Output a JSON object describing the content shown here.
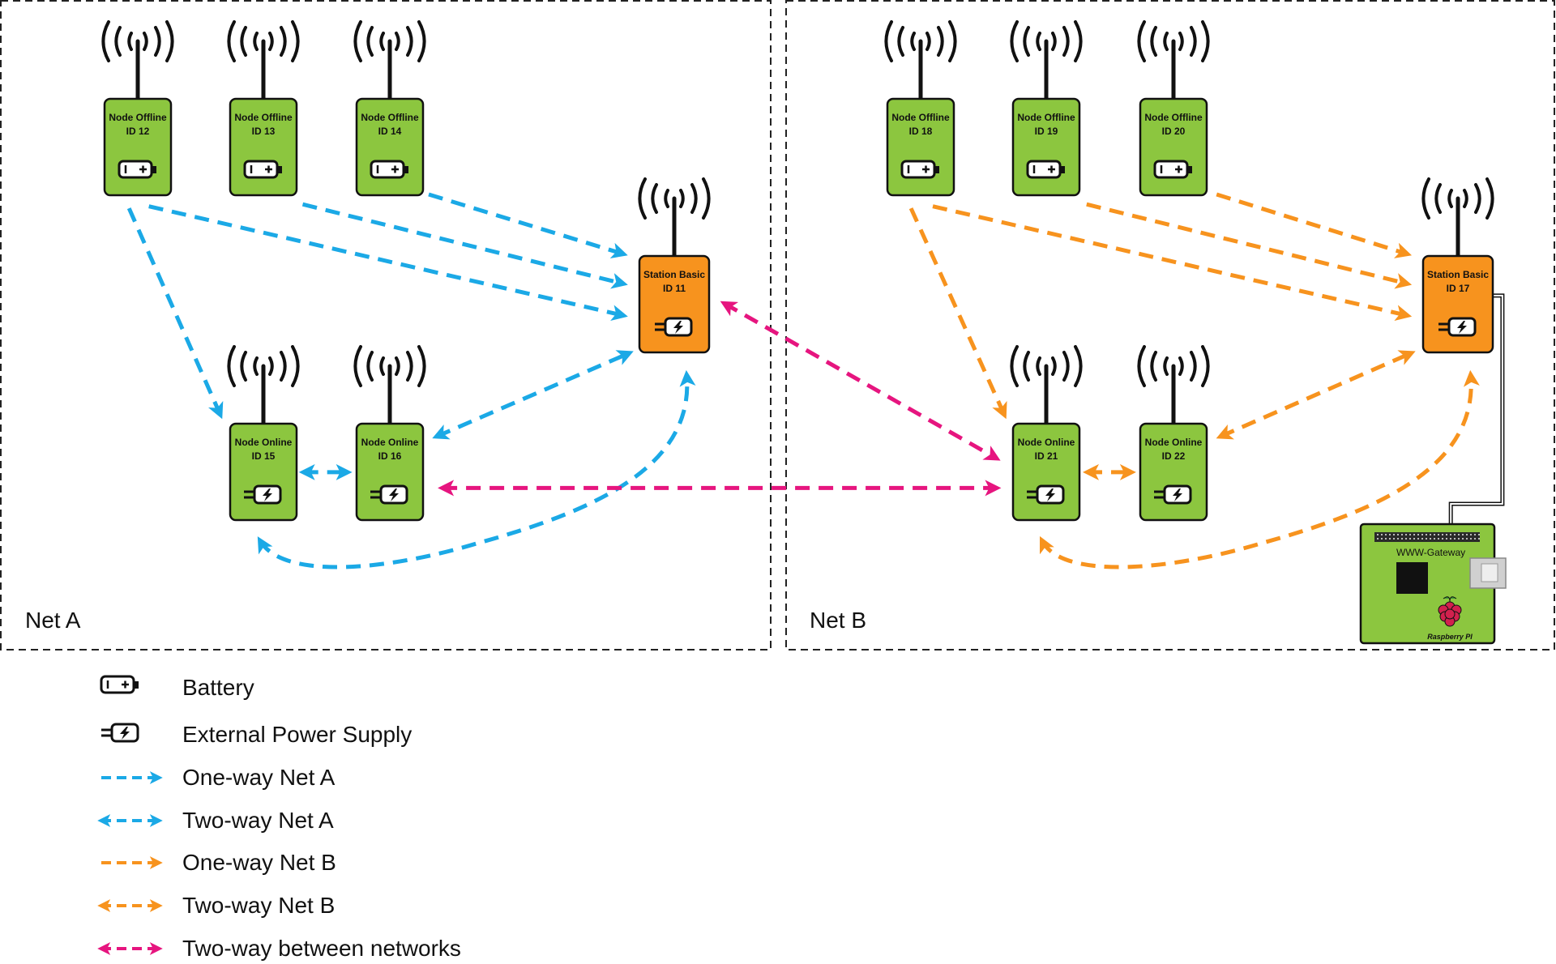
{
  "colors": {
    "net_a": "#1ba9e6",
    "net_b": "#f7931e",
    "between": "#e6157f",
    "node_fill": "#8cc63f",
    "station_fill": "#f7931e",
    "outline": "#111111"
  },
  "networks": [
    {
      "id": "a",
      "label": "Net A"
    },
    {
      "id": "b",
      "label": "Net B"
    }
  ],
  "devices": {
    "n12": {
      "line1": "Node Offline",
      "line2": "ID 12",
      "kind": "node",
      "power": "battery",
      "icon": "battery-icon"
    },
    "n13": {
      "line1": "Node Offline",
      "line2": "ID 13",
      "kind": "node",
      "power": "battery",
      "icon": "battery-icon"
    },
    "n14": {
      "line1": "Node Offline",
      "line2": "ID 14",
      "kind": "node",
      "power": "battery",
      "icon": "battery-icon"
    },
    "n15": {
      "line1": "Node Online",
      "line2": "ID 15",
      "kind": "node",
      "power": "external",
      "icon": "power-plug-icon"
    },
    "n16": {
      "line1": "Node Online",
      "line2": "ID 16",
      "kind": "node",
      "power": "external",
      "icon": "power-plug-icon"
    },
    "s11": {
      "line1": "Station Basic",
      "line2": "ID 11",
      "kind": "station",
      "power": "external",
      "icon": "power-plug-icon"
    },
    "n18": {
      "line1": "Node Offline",
      "line2": "ID 18",
      "kind": "node",
      "power": "battery",
      "icon": "battery-icon"
    },
    "n19": {
      "line1": "Node Offline",
      "line2": "ID 19",
      "kind": "node",
      "power": "battery",
      "icon": "battery-icon"
    },
    "n20": {
      "line1": "Node Offline",
      "line2": "ID 20",
      "kind": "node",
      "power": "battery",
      "icon": "battery-icon"
    },
    "n21": {
      "line1": "Node Online",
      "line2": "ID 21",
      "kind": "node",
      "power": "external",
      "icon": "power-plug-icon"
    },
    "n22": {
      "line1": "Node Online",
      "line2": "ID 22",
      "kind": "node",
      "power": "external",
      "icon": "power-plug-icon"
    },
    "s17": {
      "line1": "Station Basic",
      "line2": "ID 17",
      "kind": "station",
      "power": "external",
      "icon": "power-plug-icon"
    }
  },
  "gateway": {
    "label": "WWW-Gateway",
    "board": "Raspberry PI",
    "icon": "raspberry-pi-icon"
  },
  "links": [
    {
      "from": "n12",
      "to": "s11",
      "type": "one-way",
      "net": "a"
    },
    {
      "from": "n13",
      "to": "s11",
      "type": "one-way",
      "net": "a"
    },
    {
      "from": "n14",
      "to": "s11",
      "type": "one-way",
      "net": "a"
    },
    {
      "from": "n12",
      "to": "n15",
      "type": "one-way",
      "net": "a"
    },
    {
      "from": "n15",
      "to": "n16",
      "type": "two-way",
      "net": "a"
    },
    {
      "from": "n16",
      "to": "s11",
      "type": "two-way",
      "net": "a"
    },
    {
      "from": "n15",
      "to": "s11",
      "type": "two-way",
      "net": "a"
    },
    {
      "from": "n18",
      "to": "s17",
      "type": "one-way",
      "net": "b"
    },
    {
      "from": "n20",
      "to": "s17",
      "type": "one-way",
      "net": "b"
    },
    {
      "from": "n19",
      "to": "s17",
      "type": "one-way",
      "net": "b"
    },
    {
      "from": "n18",
      "to": "n21",
      "type": "one-way",
      "net": "b"
    },
    {
      "from": "n21",
      "to": "n22",
      "type": "two-way",
      "net": "b"
    },
    {
      "from": "n22",
      "to": "s17",
      "type": "two-way",
      "net": "b"
    },
    {
      "from": "n21",
      "to": "s17",
      "type": "two-way",
      "net": "b"
    },
    {
      "from": "s11",
      "to": "n21",
      "type": "two-way",
      "net": "between"
    },
    {
      "from": "n16",
      "to": "n21",
      "type": "two-way",
      "net": "between"
    },
    {
      "from": "s17",
      "to": "gateway",
      "type": "wire",
      "net": "b"
    }
  ],
  "legend": [
    {
      "label": "Battery",
      "kind": "battery",
      "icon": "battery-icon"
    },
    {
      "label": "External Power Supply",
      "kind": "power",
      "icon": "power-plug-icon"
    },
    {
      "label": "One-way Net A",
      "kind": "one-way",
      "color": "#1ba9e6"
    },
    {
      "label": "Two-way Net A",
      "kind": "two-way",
      "color": "#1ba9e6"
    },
    {
      "label": "One-way Net B",
      "kind": "one-way",
      "color": "#f7931e"
    },
    {
      "label": "Two-way Net B",
      "kind": "two-way",
      "color": "#f7931e"
    },
    {
      "label": "Two-way between networks",
      "kind": "two-way",
      "color": "#e6157f"
    }
  ]
}
